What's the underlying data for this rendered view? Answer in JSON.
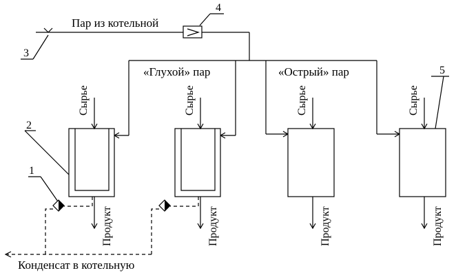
{
  "labels": {
    "steam_source": "Пар из котельной",
    "indirect_steam": "«Глухой» пар",
    "direct_steam": "«Острый» пар",
    "condensate": "Конденсат в котельную",
    "raw_material": "Сырье",
    "product": "Продукт"
  },
  "callouts": {
    "n1": "1",
    "n2": "2",
    "n3": "3",
    "n4": "4",
    "n5": "5"
  }
}
